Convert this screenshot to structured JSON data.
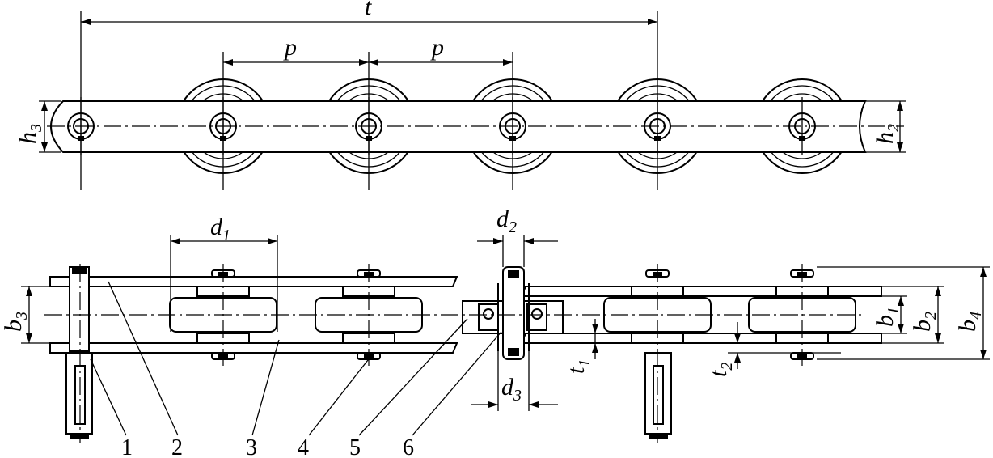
{
  "labels": {
    "t": "t",
    "p1": "p",
    "p2": "p",
    "h": "h",
    "h3_sub": "3",
    "h2_sub": "2",
    "d": "d",
    "d1_sub": "1",
    "d2_sub": "2",
    "d3_sub": "3",
    "b": "b",
    "b1_sub": "1",
    "b2_sub": "2",
    "b3_sub": "3",
    "b4_sub": "4",
    "t_small": "t",
    "t1_sub": "1",
    "t2_sub": "2"
  },
  "parts": [
    "1",
    "2",
    "3",
    "4",
    "5",
    "6"
  ]
}
